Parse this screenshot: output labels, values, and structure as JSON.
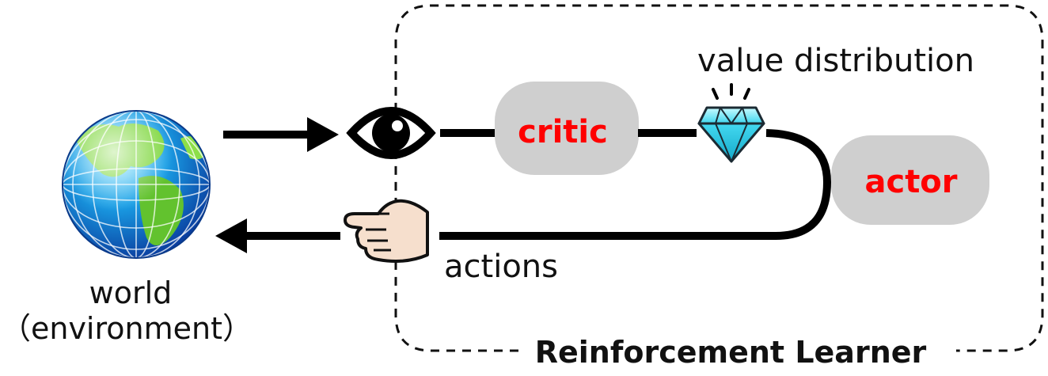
{
  "world": {
    "label_line1": "world",
    "label_line2": "（environment）",
    "icon": "globe-icon"
  },
  "learner": {
    "title": "Reinforcement Learner"
  },
  "observe": {
    "icon": "eye-icon"
  },
  "critic": {
    "label": "critic",
    "color": "#ff0000",
    "box_color": "#cfcfcf"
  },
  "value": {
    "label": "value distribution",
    "icon": "gem-icon"
  },
  "actor": {
    "label": "actor",
    "color": "#ff0000",
    "box_color": "#cfcfcf"
  },
  "actions": {
    "label": "actions",
    "icon": "pointing-hand-icon"
  }
}
